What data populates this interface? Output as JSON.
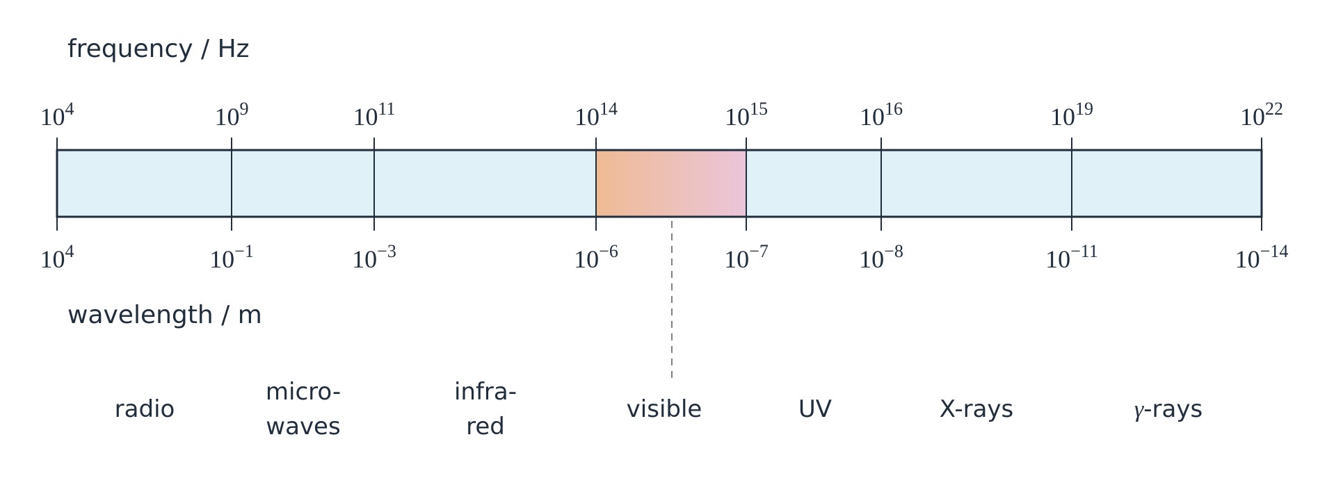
{
  "colors": {
    "ink": "#1f2d3d",
    "band_fill": "#e0f1f8",
    "visible_start": "#efbb94",
    "visible_end": "#ebc5da",
    "dashed_line": "#808080"
  },
  "frequency_title": "frequency / Hz",
  "wavelength_title": "wavelength / m",
  "frequency_ticks": [
    {
      "base": "10",
      "exp": "4"
    },
    {
      "base": "10",
      "exp": "9"
    },
    {
      "base": "10",
      "exp": "11"
    },
    {
      "base": "10",
      "exp": "14"
    },
    {
      "base": "10",
      "exp": "15"
    },
    {
      "base": "10",
      "exp": "16"
    },
    {
      "base": "10",
      "exp": "19"
    },
    {
      "base": "10",
      "exp": "22"
    }
  ],
  "wavelength_ticks": [
    {
      "base": "10",
      "exp": "4"
    },
    {
      "base": "10",
      "exp": "−1"
    },
    {
      "base": "10",
      "exp": "−3"
    },
    {
      "base": "10",
      "exp": "−6"
    },
    {
      "base": "10",
      "exp": "−7"
    },
    {
      "base": "10",
      "exp": "−8"
    },
    {
      "base": "10",
      "exp": "−11"
    },
    {
      "base": "10",
      "exp": "−14"
    }
  ],
  "regions": [
    {
      "lines": [
        "radio"
      ]
    },
    {
      "lines": [
        "micro-",
        "waves"
      ]
    },
    {
      "lines": [
        "infra-",
        "red"
      ]
    },
    {
      "lines": [
        "visible"
      ],
      "highlight": true
    },
    {
      "lines": [
        "UV"
      ]
    },
    {
      "lines": [
        "X-rays"
      ]
    },
    {
      "prefix": "γ",
      "lines": [
        "-rays"
      ]
    }
  ]
}
